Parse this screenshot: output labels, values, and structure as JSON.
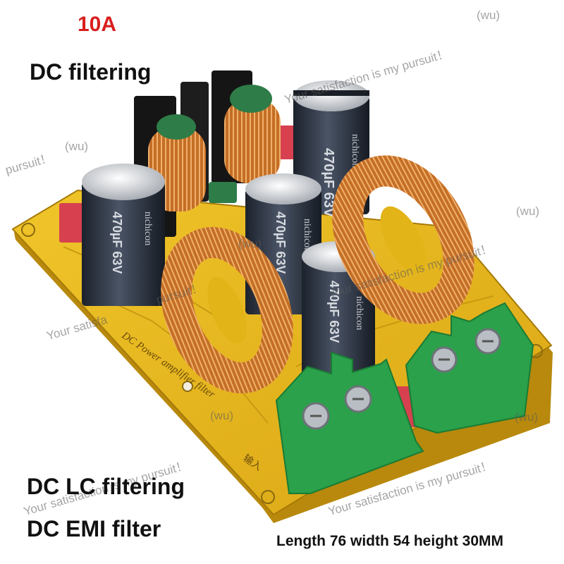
{
  "header": {
    "current_rating": "10A",
    "main_title": "DC filtering"
  },
  "footer": {
    "lc_label": "DC LC filtering",
    "emi_label": "DC EMI filter",
    "dimensions": "Length 76 width 54 height 30MM"
  },
  "board": {
    "silkscreen": "DC Power amplifier filter",
    "input_mark": "输入",
    "capacitor_brand": "nichicon",
    "capacitor_rating": "470µF 63V"
  },
  "watermark": {
    "slogan": "Your satisfaction is my pursuit！",
    "slogan_tail": "pursuit！",
    "slogan_head": "Your satisfa",
    "tag": "(wu)"
  },
  "colors": {
    "pcb": "#e2b417",
    "terminal": "#2aa14a",
    "capacitor": "#2c3340",
    "copper": "#c9772c",
    "title_red": "#d81e1e"
  }
}
